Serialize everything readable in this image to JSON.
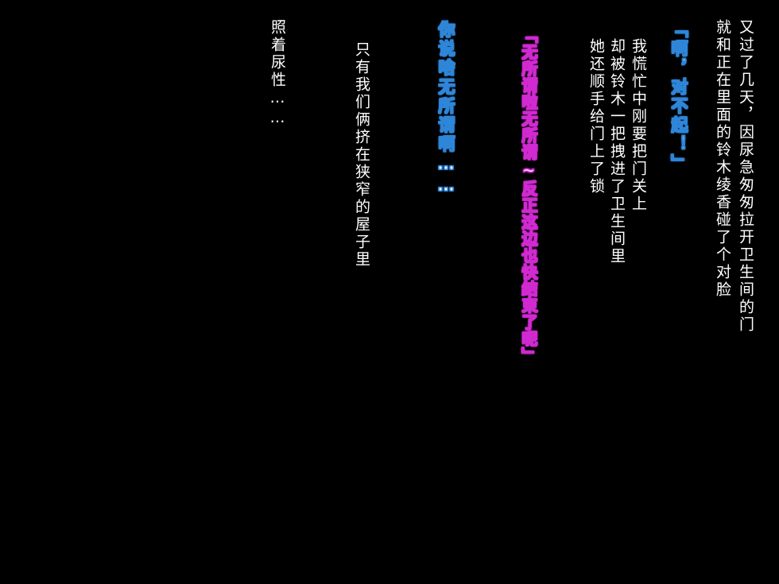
{
  "panel": {
    "background": "#000000",
    "accent_blue": "#2f86d8",
    "accent_pink": "#d02ad0",
    "text_color": "#ffffff",
    "columns": [
      "又过了几天，因尿急匆匆拉开卫生间的门",
      "就和正在里面的铃木绫香碰了个对脸",
      "「啊，对不起！」",
      "我慌忙中刚要把门关上",
      "却被铃木一把拽进了卫生间里",
      "她还顺手给门上了锁",
      "「无所谓啦无所谓~反正这边也快结束了呢」",
      "你说啥无所谓啊……",
      "只有我们俩挤在狭窄的屋子里",
      "照着尿性……"
    ]
  }
}
